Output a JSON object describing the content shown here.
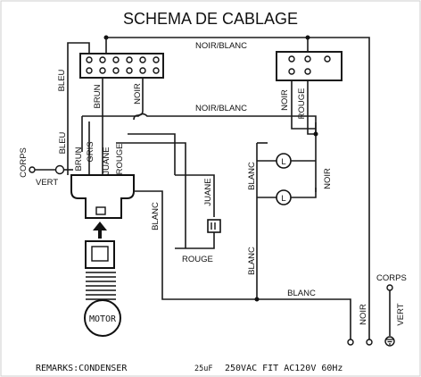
{
  "title": "SCHEMA DE CABLAGE",
  "labels": {
    "noir_blanc_top": "NOIR/BLANC",
    "noir_blanc_mid": "NOIR/BLANC",
    "bleu_upper": "BLEU",
    "brun_upper": "BRUN",
    "noir_upper": "NOIR",
    "noir_right": "NOIR",
    "rouge_right": "ROUGE",
    "corps_left": "CORPS",
    "vert_left": "VERT",
    "bleu_lower": "BLEU",
    "brun_lower": "BRUN",
    "gris_lower": "GRIS",
    "juane_lower": "JUANE",
    "rouge_lower": "ROUGE",
    "juane_cap": "JUANE",
    "rouge_cap": "ROUGE",
    "blanc_center": "BLANC",
    "blanc_lamps": "BLANC",
    "noir_lamps": "NOIR",
    "blanc_low": "BLANC",
    "blanc_bottom": "BLANC",
    "noir_bottom": "NOIR",
    "corps_right": "CORPS",
    "vert_right": "VERT",
    "lamp_symbol": "L",
    "motor": "MOTOR"
  },
  "remarks": {
    "label": "REMARKS:CONDENSER",
    "spec_prefix": "25uF",
    "spec": "250VAC FIT AC120V 60Hz"
  }
}
